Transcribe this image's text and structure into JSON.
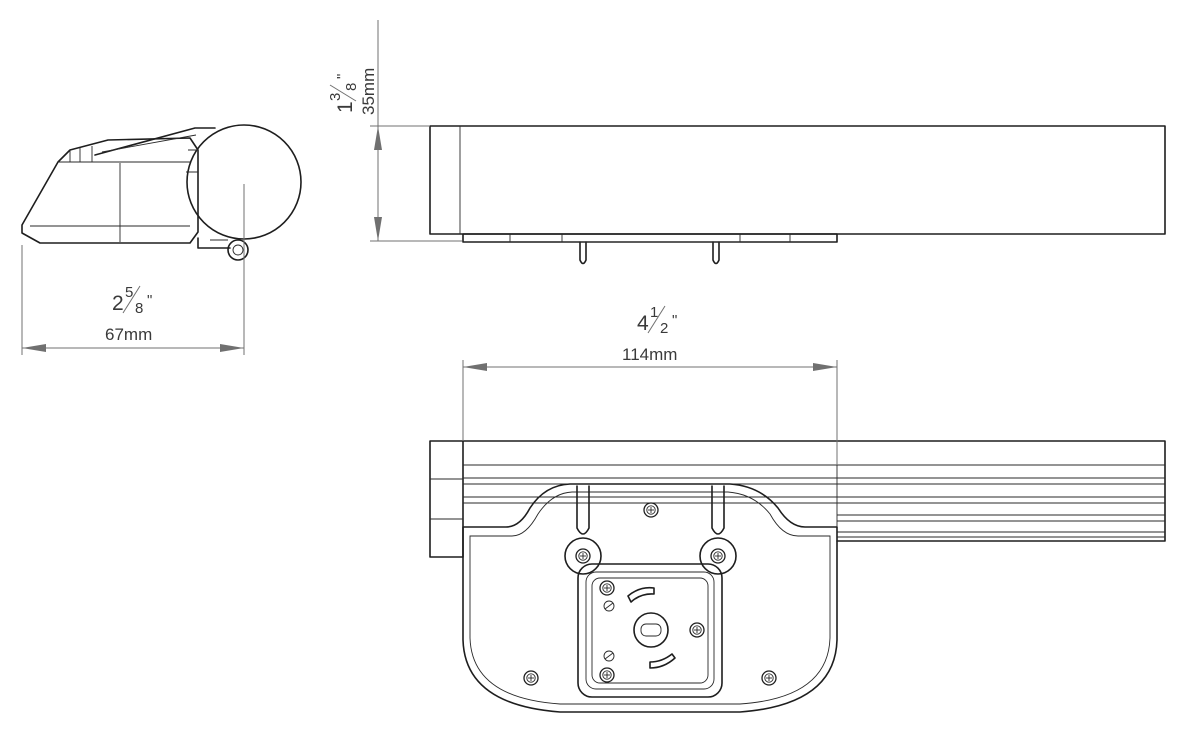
{
  "dimensions": {
    "depth": {
      "whole": "2",
      "num": "5",
      "den": "8",
      "inch_mark": "\"",
      "mm": "67mm"
    },
    "height": {
      "whole": "1",
      "num": "3",
      "den": "8",
      "inch_mark": "\"",
      "mm": "35mm"
    },
    "width": {
      "whole": "4",
      "num": "1",
      "den": "2",
      "inch_mark": "\"",
      "mm": "114mm"
    }
  },
  "colors": {
    "line": "#1e1e1e",
    "dimension": "#707070",
    "text": "#3a3a3a",
    "background": "#ffffff"
  }
}
